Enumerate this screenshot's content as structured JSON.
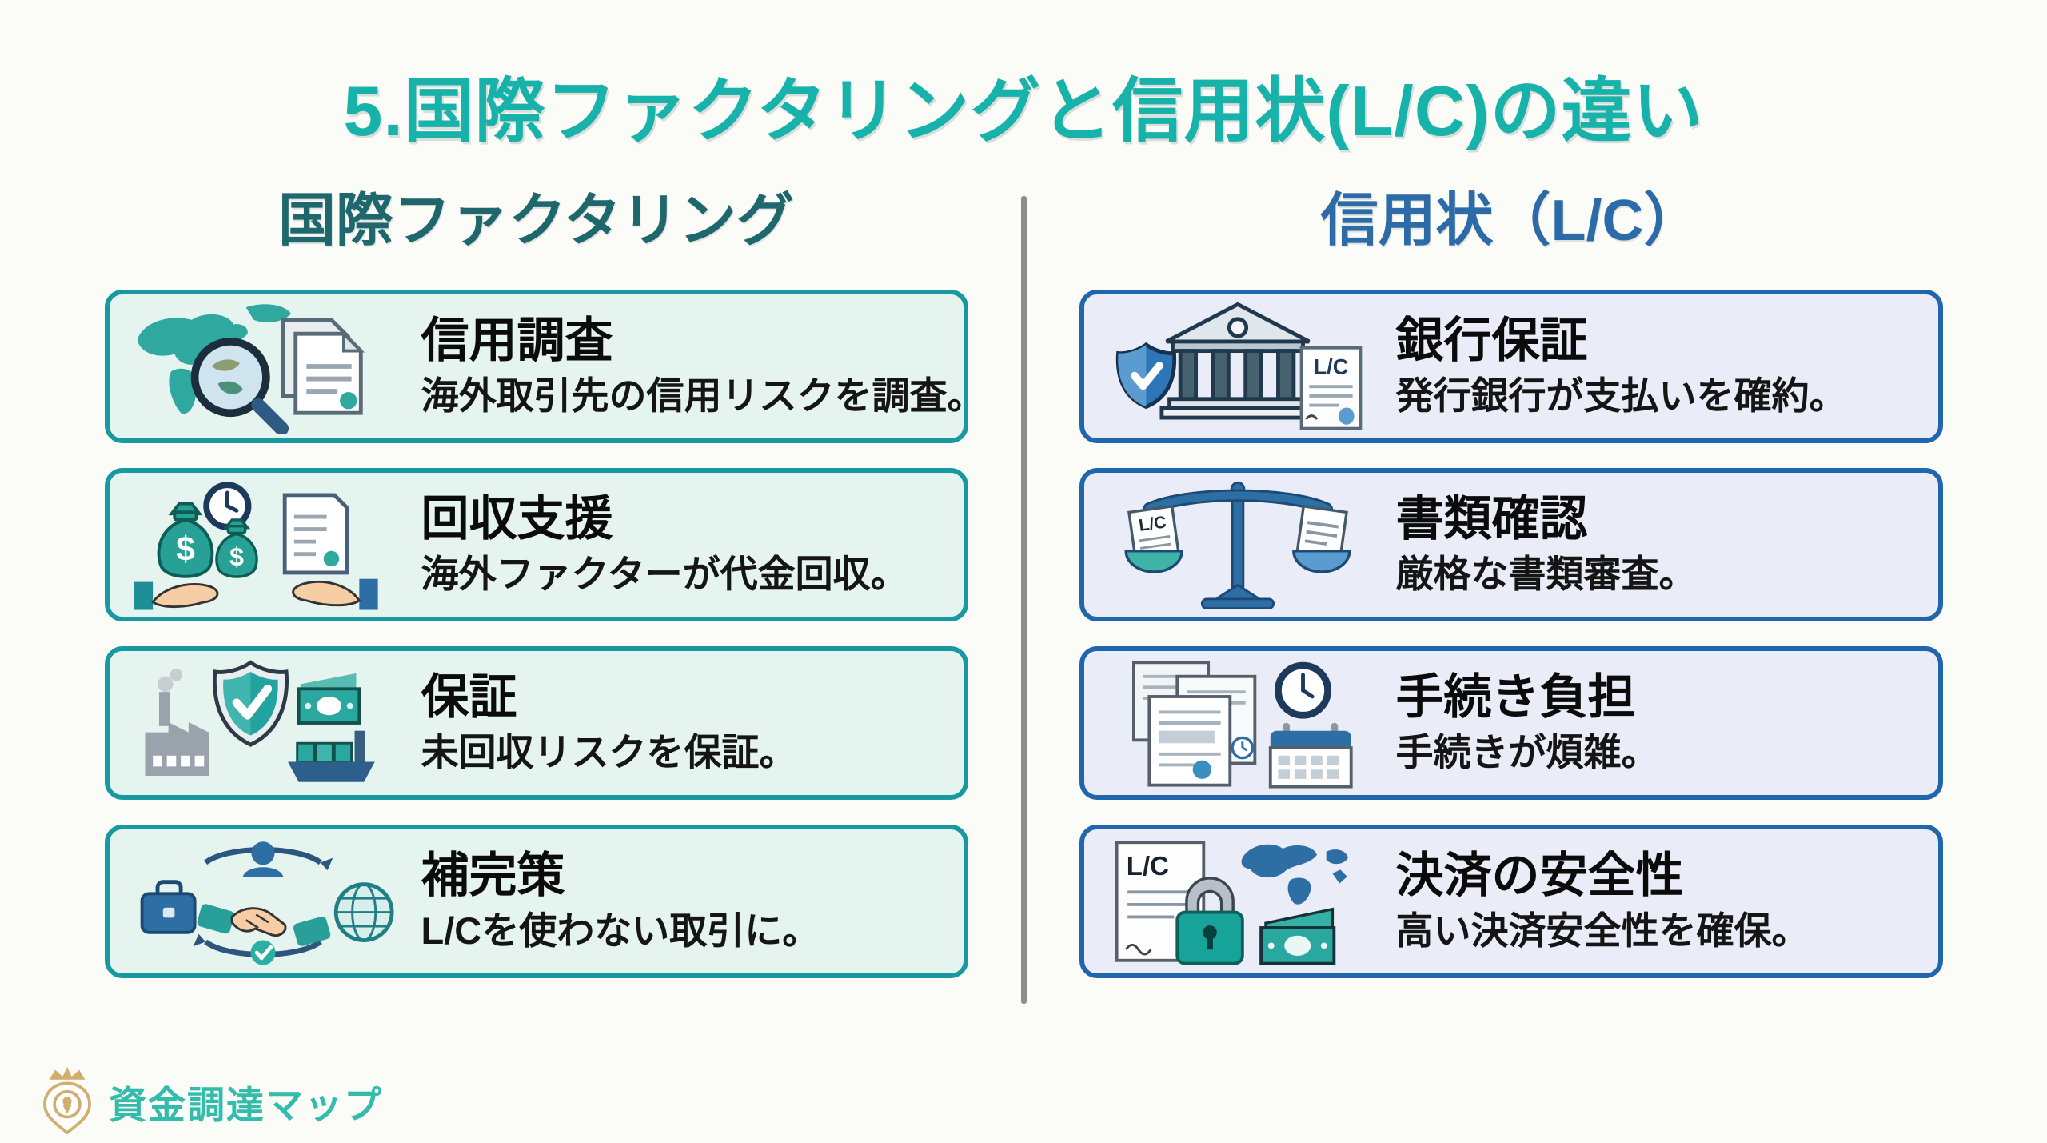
{
  "page": {
    "title": "5.国際ファクタリングと信用状(L/C)の違い",
    "title_color": "#17b3ab",
    "background": "#fbfbf7"
  },
  "columns": {
    "left": {
      "header": "国際ファクタリング",
      "header_color": "#1e676c",
      "accent_color": "#17999f",
      "card_background": "#e6f4f0",
      "cards": [
        {
          "icon": "world-map-magnifier-documents-icon",
          "title": "信用調査",
          "desc": "海外取引先の信用リスクを調査。"
        },
        {
          "icon": "money-bags-clock-hands-icon",
          "title": "回収支援",
          "desc": "海外ファクターが代金回収。"
        },
        {
          "icon": "factory-shield-check-ship-icon",
          "title": "保証",
          "desc": "未回収リスクを保証。"
        },
        {
          "icon": "handshake-cycle-globe-icon",
          "title": "補完策",
          "desc": "L/Cを使わない取引に。"
        }
      ]
    },
    "right": {
      "header": "信用状（L/C）",
      "header_color": "#2d6ba8",
      "accent_color": "#2066ae",
      "card_background": "#eaedf7",
      "cards": [
        {
          "icon": "bank-shield-lc-document-icon",
          "title": "銀行保証",
          "desc": "発行銀行が支払いを確約。"
        },
        {
          "icon": "balance-scale-lc-documents-icon",
          "title": "書類確認",
          "desc": "厳格な書類審査。"
        },
        {
          "icon": "documents-clock-calendar-icon",
          "title": "手続き負担",
          "desc": "手続きが煩雑。"
        },
        {
          "icon": "lc-padlock-worldmap-money-icon",
          "title": "決済の安全性",
          "desc": "高い決済安全性を確保。"
        }
      ]
    }
  },
  "footer": {
    "logo_text": "資金調達マップ",
    "logo_text_color": "#33bcab",
    "logo_icon": "crown-map-pin-icon",
    "logo_icon_color": "#cfae6e"
  }
}
